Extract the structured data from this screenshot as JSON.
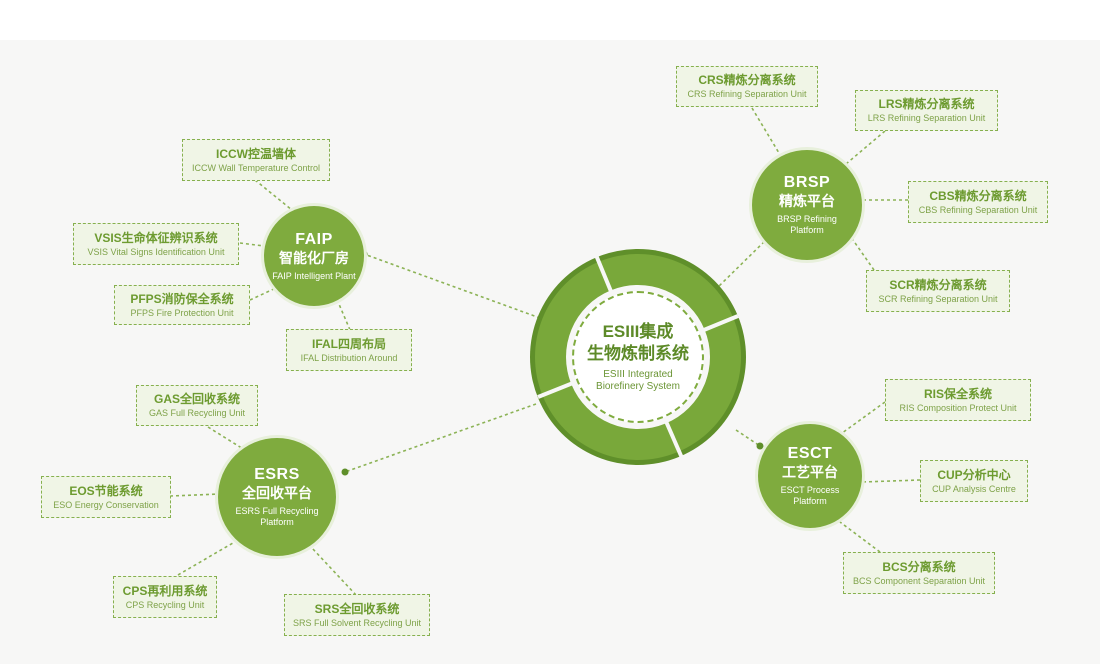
{
  "colors": {
    "accent": "#7fab3e",
    "dark_accent": "#5f8f2a",
    "box_fill": "#f0f5e6",
    "canvas": "#f7f7f6"
  },
  "hub": {
    "title_line1": "ESIII集成",
    "title_line2": "生物炼制系统",
    "subtitle": "ESIII Integrated Biorefinery System"
  },
  "platforms": {
    "faip": {
      "code": "FAIP",
      "cn": "智能化厂房",
      "en": "FAIP Intelligent Plant"
    },
    "brsp": {
      "code": "BRSP",
      "cn": "精炼平台",
      "en": "BRSP Refining Platform"
    },
    "esrs": {
      "code": "ESRS",
      "cn": "全回收平台",
      "en": "ESRS Full Recycling Platform"
    },
    "esct": {
      "code": "ESCT",
      "cn": "工艺平台",
      "en": "ESCT Process Platform"
    }
  },
  "units": {
    "iccw": {
      "title": "ICCW控温墙体",
      "subtitle": "ICCW Wall Temperature Control"
    },
    "vsis": {
      "title": "VSIS生命体征辨识系统",
      "subtitle": "VSIS Vital Signs Identification Unit"
    },
    "pfps": {
      "title": "PFPS消防保全系统",
      "subtitle": "PFPS Fire Protection Unit"
    },
    "ifal": {
      "title": "IFAL四周布局",
      "subtitle": "IFAL Distribution Around"
    },
    "crs": {
      "title": "CRS精炼分离系统",
      "subtitle": "CRS Refining Separation Unit"
    },
    "lrs": {
      "title": "LRS精炼分离系统",
      "subtitle": "LRS Refining Separation Unit"
    },
    "cbs": {
      "title": "CBS精炼分离系统",
      "subtitle": "CBS Refining Separation Unit"
    },
    "scr": {
      "title": "SCR精炼分离系统",
      "subtitle": "SCR Refining Separation Unit"
    },
    "gas": {
      "title": "GAS全回收系统",
      "subtitle": "GAS Full Recycling Unit"
    },
    "eos": {
      "title": "EOS节能系统",
      "subtitle": "ESO Energy Conservation"
    },
    "cps": {
      "title": "CPS再利用系统",
      "subtitle": "CPS Recycling Unit"
    },
    "srs": {
      "title": "SRS全回收系统",
      "subtitle": "SRS Full Solvent Recycling Unit"
    },
    "ris": {
      "title": "RIS保全系统",
      "subtitle": "RIS Composition Protect Unit"
    },
    "cup": {
      "title": "CUP分析中心",
      "subtitle": "CUP Analysis Centre"
    },
    "bcs": {
      "title": "BCS分离系统",
      "subtitle": "BCS Component Separation Unit"
    }
  }
}
